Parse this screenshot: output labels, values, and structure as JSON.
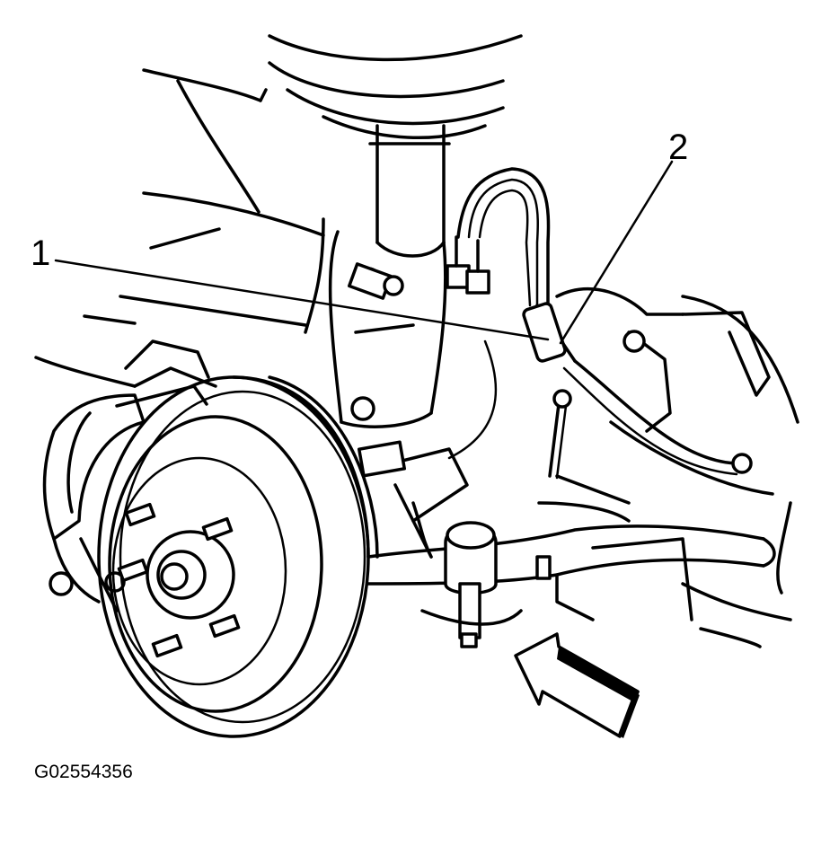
{
  "figure_id": "G02554356",
  "callouts": [
    {
      "number": "1"
    },
    {
      "number": "2"
    }
  ]
}
